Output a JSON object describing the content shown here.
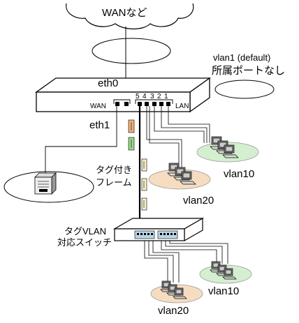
{
  "labels": {
    "wan_cloud": "WANなど",
    "vlan1_line1": "vlan1 (default)",
    "vlan1_line2": "所属ポートなし",
    "eth0": "eth0",
    "eth1": "eth1",
    "router_wan": "WAN",
    "router_lan": "LAN",
    "ports": [
      "5",
      "4",
      "3",
      "2",
      "1"
    ],
    "tagged_line1": "タグ付き",
    "tagged_line2": "フレーム",
    "switch_line1": "タグVLAN",
    "switch_line2": "対応スイッチ",
    "vlan10_top": "vlan10",
    "vlan20_top": "vlan20",
    "vlan10_bottom": "vlan10",
    "vlan20_bottom": "vlan20"
  },
  "colors": {
    "vlan10_fill": "#d4efcf",
    "vlan20_fill": "#f6dcc0",
    "frame_tag_orange": "#f2b27a",
    "frame_tag_green": "#9ed98e",
    "frame_tag_cream": "#f7f0c8"
  },
  "icons": [
    "wan-cloud-icon",
    "router-icon",
    "server-icon",
    "switch-icon",
    "pc-group-icon",
    "tagged-frame-icon"
  ]
}
